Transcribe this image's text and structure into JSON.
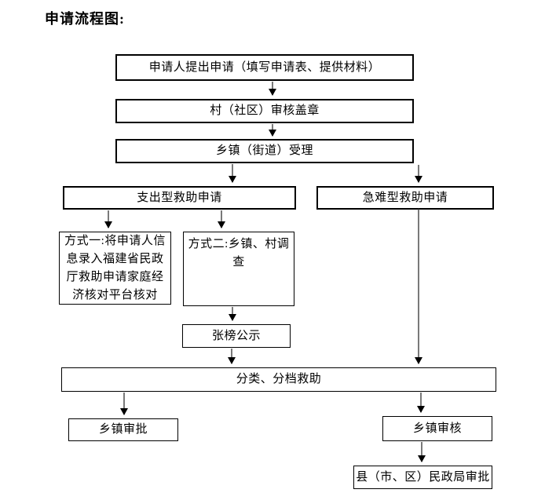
{
  "page": {
    "title": "申请流程图:",
    "background": "#ffffff"
  },
  "colors": {
    "box_border": "#000000",
    "text": "#000000",
    "arrow_line": "#404040",
    "arrow_head": "#000000"
  },
  "flowchart": {
    "nodes": {
      "apply": {
        "label": "申请人提出申请（填写申请表、提供材料）"
      },
      "village": {
        "label": "村（社区）审核盖章"
      },
      "town_accept": {
        "label": "乡镇（街道）受理"
      },
      "expense_type": {
        "label": "支出型救助申请"
      },
      "urgent_type": {
        "label": "急难型救助申请"
      },
      "method1": {
        "label": "方式一:将申请人信\n息录入福建省民政\n厅救助申请家庭经\n济核对平台核对"
      },
      "method2": {
        "label": "方式二:乡镇、村调\n查"
      },
      "publicity": {
        "label": "张榜公示"
      },
      "classify": {
        "label": "分类、分档救助"
      },
      "town_approve": {
        "label": "乡镇审批"
      },
      "town_review": {
        "label": "乡镇审核"
      },
      "county_approve": {
        "label": "县（市、区）民政局审批"
      }
    },
    "edges": [
      {
        "from": "apply",
        "to": "village"
      },
      {
        "from": "village",
        "to": "town_accept"
      },
      {
        "from": "town_accept",
        "to": "expense_type"
      },
      {
        "from": "town_accept",
        "to": "urgent_type"
      },
      {
        "from": "expense_type",
        "to": "method1"
      },
      {
        "from": "expense_type",
        "to": "method2"
      },
      {
        "from": "method2",
        "to": "publicity"
      },
      {
        "from": "publicity",
        "to": "classify"
      },
      {
        "from": "urgent_type",
        "to": "classify"
      },
      {
        "from": "classify",
        "to": "town_approve"
      },
      {
        "from": "classify",
        "to": "town_review"
      },
      {
        "from": "town_review",
        "to": "county_approve"
      }
    ]
  }
}
